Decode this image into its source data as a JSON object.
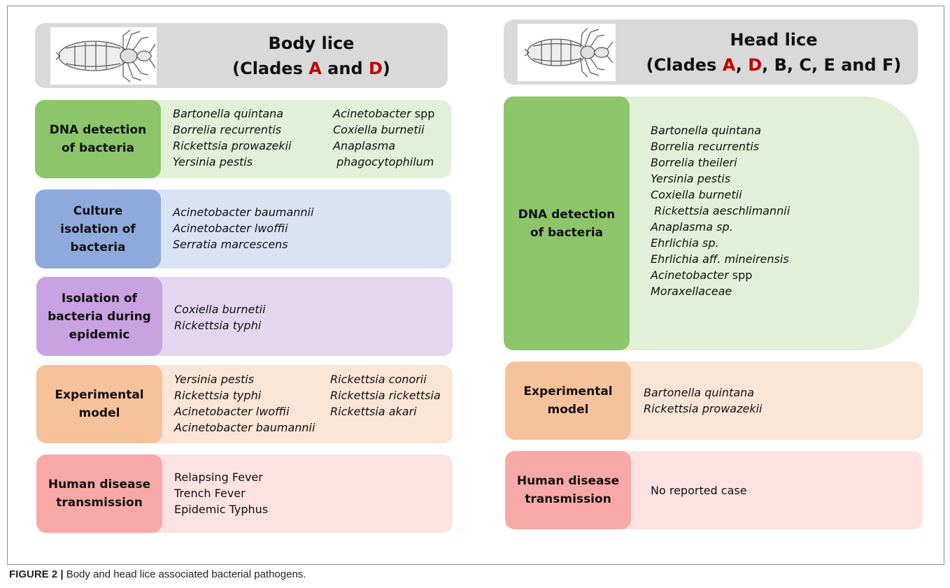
{
  "caption": {
    "label": "FIGURE 2 |",
    "text": " Body and head lice associated bacterial pathogens."
  },
  "body": {
    "title_line1": "Body lice",
    "title_open": "(Clades ",
    "clade_a": "A",
    "and": " and ",
    "clade_d": "D",
    "title_close": ")",
    "dna": {
      "label": "DNA detection of bacteria",
      "col1": [
        "Bartonella quintana",
        "Borrelia recurrentis",
        "Rickettsia prowazekii",
        "Yersinia pestis"
      ],
      "col2_1_italic": "Acinetobacter",
      "col2_1_plain": " spp",
      "col2_rest": [
        "Coxiella burnetii",
        "Anaplasma",
        " phagocytophilum"
      ]
    },
    "culture": {
      "label": "Culture isolation of bacteria",
      "items": [
        "Acinetobacter baumannii",
        "Acinetobacter lwoffii",
        "Serratia marcescens"
      ]
    },
    "epidemic": {
      "label": "Isolation of bacteria during epidemic",
      "items": [
        "Coxiella burnetii",
        "Rickettsia typhi"
      ]
    },
    "experimental": {
      "label": "Experimental model",
      "col1": [
        "Yersinia pestis",
        "Rickettsia typhi",
        "Acinetobacter lwoffii",
        "Acinetobacter baumannii"
      ],
      "col2": [
        "Rickettsia conorii",
        "Rickettsia rickettsia",
        "Rickettsia akari"
      ]
    },
    "human": {
      "label": "Human disease transmission",
      "items": [
        "Relapsing Fever",
        "Trench Fever",
        "Epidemic Typhus"
      ]
    }
  },
  "head": {
    "title_line1": "Head lice",
    "title_open": "(Clades ",
    "clade_a": "A",
    "sep1": ", ",
    "clade_d": "D",
    "rest": ", B, C, E and F)",
    "dna": {
      "label": "DNA detection of bacteria",
      "items": [
        "Bartonella quintana",
        "Borrelia recurrentis",
        "Borrelia theileri",
        "Yersinia pestis",
        "Coxiella burnetii",
        " Rickettsia aeschlimannii",
        "Anaplasma sp.",
        "Ehrlichia sp.",
        "Ehrlichia aff. mineirensis"
      ],
      "acineto_italic": "Acinetobacter",
      "acineto_plain": " spp",
      "last": "Moraxellaceae"
    },
    "experimental": {
      "label": "Experimental model",
      "items": [
        "Bartonella quintana",
        "Rickettsia prowazekii"
      ]
    },
    "human": {
      "label": "Human disease transmission",
      "items": [
        "No reported case"
      ]
    }
  },
  "colors": {
    "green": "#8cc56a",
    "blue": "#8ea9dc",
    "purple": "#c8a2e1",
    "orange": "#f5c29b",
    "red": "#f9a8a8",
    "clade": "#c00000"
  },
  "icons": [
    "body-louse-illustration",
    "head-louse-illustration"
  ]
}
